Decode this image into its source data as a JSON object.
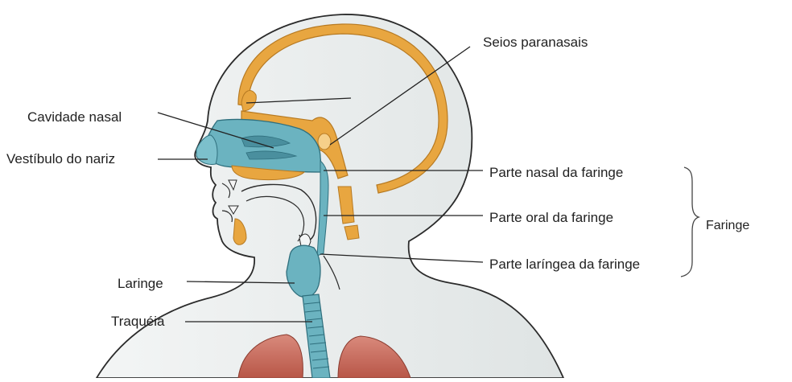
{
  "labels": {
    "seios": "Seios paranasais",
    "cavidade": "Cavidade nasal",
    "vestibulo": "Vestíbulo do nariz",
    "nasal_faringe": "Parte nasal da faringe",
    "oral_faringe": "Parte oral da faringe",
    "laringea_faringe": "Parte laríngea da faringe",
    "faringe": "Faringe",
    "laringe": "Laringe",
    "traqueia": "Traquéia"
  },
  "colors": {
    "skin": "#e9ecec",
    "skin_shadow": "#d9dede",
    "bone": "#e8a640",
    "bone_edge": "#b77a22",
    "airway": "#6bb3c0",
    "airway_dark": "#3f8f9f",
    "lung": "#c96a5d",
    "outline": "#2b2b2b",
    "leader": "#222222"
  }
}
